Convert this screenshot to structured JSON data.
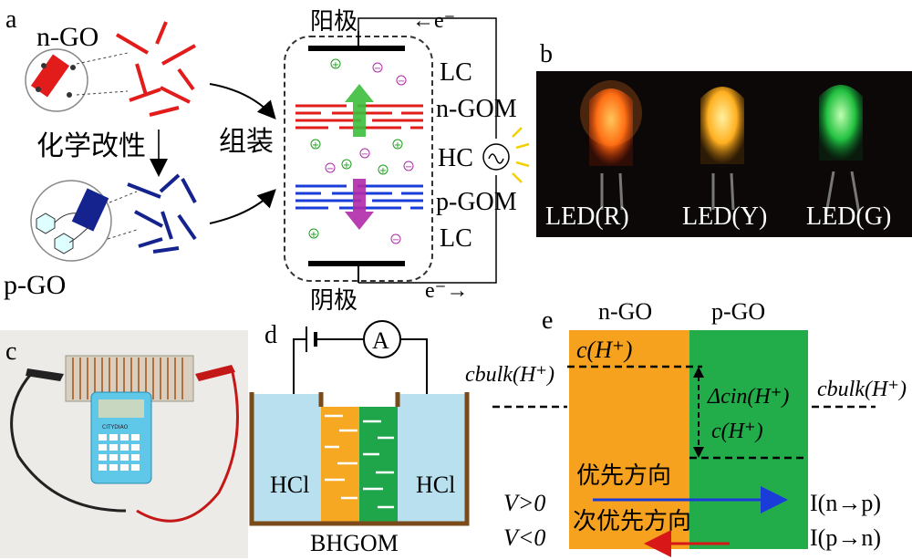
{
  "panel_a": {
    "letter": "a",
    "n_go_label": "n-GO",
    "p_go_label": "p-GO",
    "modification_label": "化学改性",
    "assembly_label": "组装",
    "anode_label": "阳极",
    "cathode_label": "阴极",
    "electron_top": "←e⁻",
    "electron_bottom": "e⁻→",
    "lc_top": "LC",
    "ngom": "n-GOM",
    "hc": "HC",
    "pgom": "p-GOM",
    "lc_bottom": "LC",
    "plus_sign": "+",
    "minus_sign": "−"
  },
  "panel_b": {
    "letter": "b",
    "leds": [
      {
        "label": "LED(R)",
        "color": "#ff5a10"
      },
      {
        "label": "LED(Y)",
        "color": "#ffb020"
      },
      {
        "label": "LED(G)",
        "color": "#22c040"
      }
    ]
  },
  "panel_c": {
    "letter": "c",
    "calculator_brand": "CITYDIAO"
  },
  "panel_d": {
    "letter": "d",
    "ammeter": "A",
    "hcl_left": "HCl",
    "hcl_right": "HCl",
    "membrane_label": "BHGOM"
  },
  "panel_e": {
    "letter": "e",
    "n_go": "n-GO",
    "p_go": "p-GO",
    "c_h_top": "c(H⁺)",
    "cbulk_left": "cbulk(H⁺)",
    "cbulk_right": "cbulk(H⁺)",
    "delta_c": "Δcin(H⁺)",
    "c_h_mid": "c(H⁺)",
    "preferred_direction": "优先方向",
    "secondary_direction": "次优先方向",
    "v_pos": "V>0",
    "v_neg": "V<0",
    "i_np": "I(n→p)",
    "i_pn": "I(p→n)",
    "orange": "#f5a623",
    "green": "#22b24c"
  }
}
